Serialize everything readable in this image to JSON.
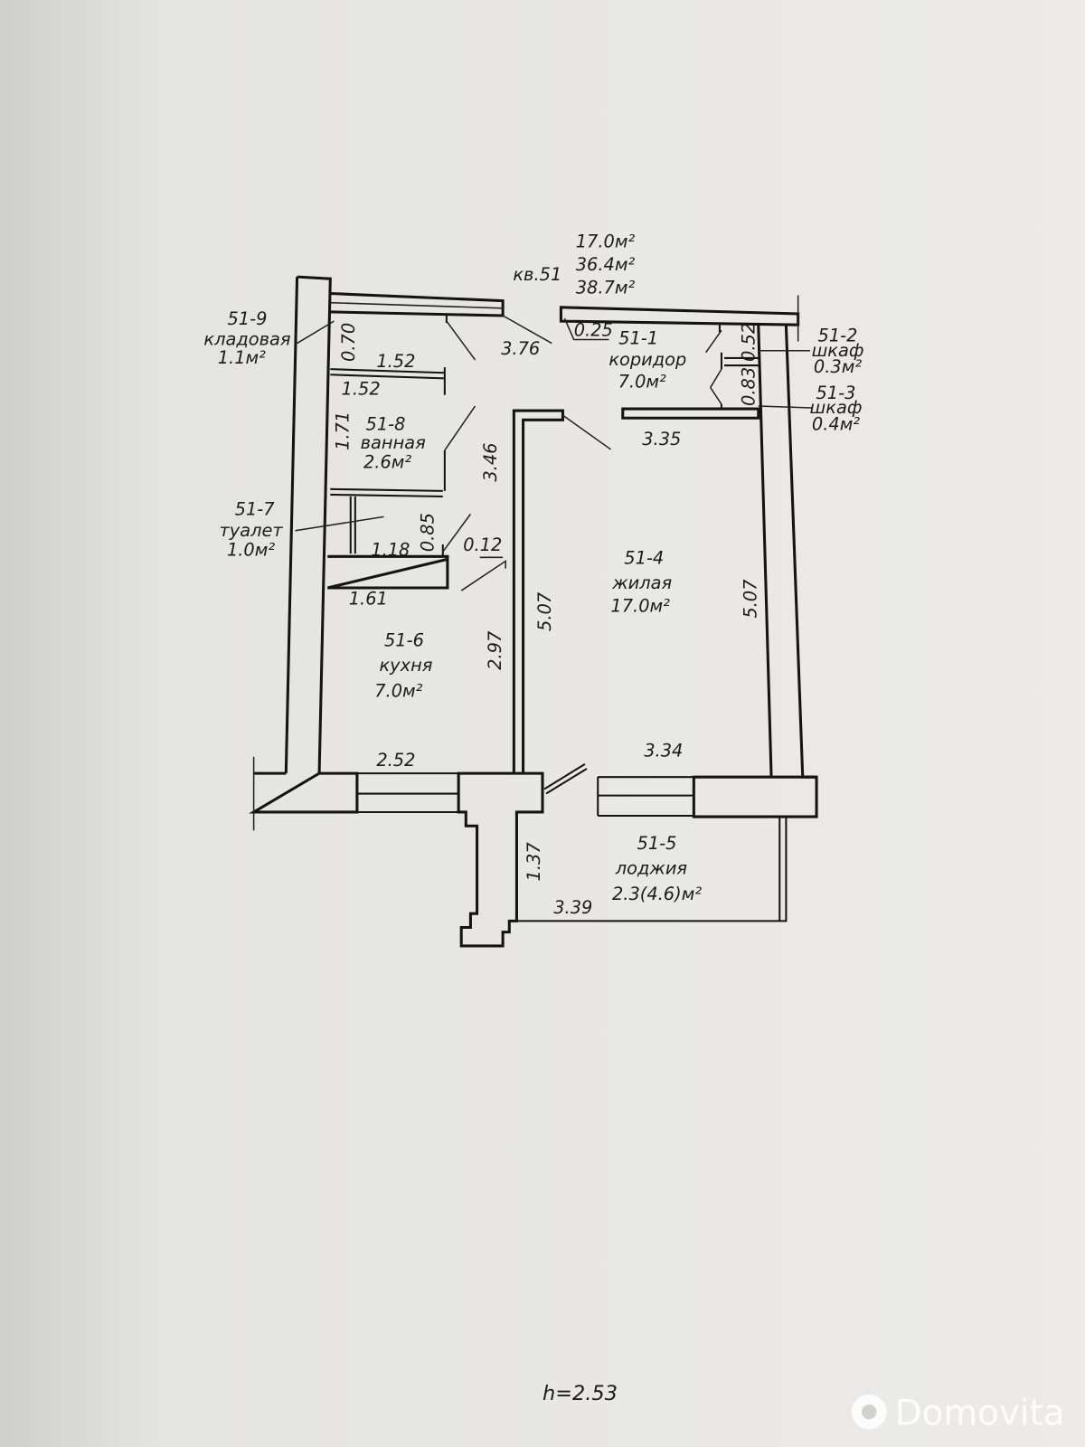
{
  "apartment": {
    "label": "кв.51",
    "areas": [
      "17.0м²",
      "36.4м²",
      "38.7м²"
    ]
  },
  "rooms": {
    "r1": {
      "id": "51-1",
      "name": "коридор",
      "area": "7.0м²"
    },
    "r2": {
      "id": "51-2",
      "name": "шкаф",
      "area": "0.3м²"
    },
    "r3": {
      "id": "51-3",
      "name": "шкаф",
      "area": "0.4м²"
    },
    "r4": {
      "id": "51-4",
      "name": "жилая",
      "area": "17.0м²"
    },
    "r5": {
      "id": "51-5",
      "name": "лоджия",
      "area": "2.3(4.6)м²"
    },
    "r6": {
      "id": "51-6",
      "name": "кухня",
      "area": "7.0м²"
    },
    "r7": {
      "id": "51-7",
      "name": "туалет",
      "area": "1.0м²"
    },
    "r8": {
      "id": "51-8",
      "name": "ванная",
      "area": "2.6м²"
    },
    "r9": {
      "id": "51-9",
      "name": "кладовая",
      "area": "1.1м²"
    }
  },
  "dimensions": {
    "d070": "0.70",
    "d152a": "1.52",
    "d152b": "1.52",
    "d376": "3.76",
    "d025": "0.25",
    "d052": "0.52",
    "d083": "0.83",
    "d335": "3.35",
    "d171": "1.71",
    "d346": "3.46",
    "d085": "0.85",
    "d118": "1.18",
    "d012": "0.12",
    "d161": "1.61",
    "d507a": "5.07",
    "d507b": "5.07",
    "d297": "2.97",
    "d252": "2.52",
    "d334": "3.34",
    "d137": "1.37",
    "d339": "3.39"
  },
  "ceiling_height": "h=2.53",
  "watermark": "Domovita"
}
